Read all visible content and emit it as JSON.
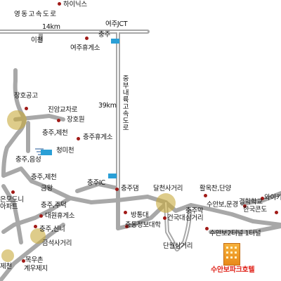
{
  "colors": {
    "road": "#a8a8a8",
    "expressway_sign": "#2a9fd6",
    "poi": "#a11a17",
    "hotel_label": "#e0241b",
    "hotel_icon": "#f29a22",
    "intersection": "#c8aa3c"
  },
  "labels": {
    "hynix": "하이닉스",
    "yeongdong_expressway": "영동고속도로",
    "km14": "14km",
    "yeoju_jct": "여주JCT",
    "icheon": "이천",
    "chungju_top": "충주",
    "yeoju_rest_area": "여주휴게소",
    "jungbu_expressway": "중부내륙고속도로",
    "km39": "39km",
    "janghowon_high": "장호공고",
    "jinam_intersection": "진암교차로",
    "janghowon": "장호원",
    "chungju_jecheon_1": "충주,제천",
    "chungju_rest_area": "충주휴게소",
    "cheongmicheon": "청미천",
    "chungju_eumseong": "충주,음성",
    "chungju_jecheon_2": "충주,제천",
    "chungju_ic": "충주IC",
    "chungju_dam": "충주댐",
    "dalcheon_intersection": "달천사거리",
    "hwalok_danyang": "활옥찬,단양",
    "wykiki": "와이키",
    "ondoni_apt": "은모도니아파트",
    "geumwang": "금왕",
    "chungju_juduk": "충주,주덕",
    "daewon_rest_area": "대원휴게소",
    "bangtongdae": "방통대",
    "konkuk_univ": "건국대",
    "chungju_market_intersection": "충주막삼거리",
    "suanbo_mungyeong": "수안보,문경",
    "kyunghak_school": "경학학교",
    "korea_condo": "한국콘도",
    "chungju_sinni": "충주,신니",
    "chungdong_info_univ": "충동정보대학",
    "suanbo_tunnel": "수안보2터널 1터널",
    "geumseok_intersection": "금석사거리",
    "danwol_intersection": "단월삼거리",
    "jecheon_left": "제천",
    "mokuchon": "목우촌",
    "gyeuje": "계우제지",
    "hotel": "수안보파크호텔"
  }
}
